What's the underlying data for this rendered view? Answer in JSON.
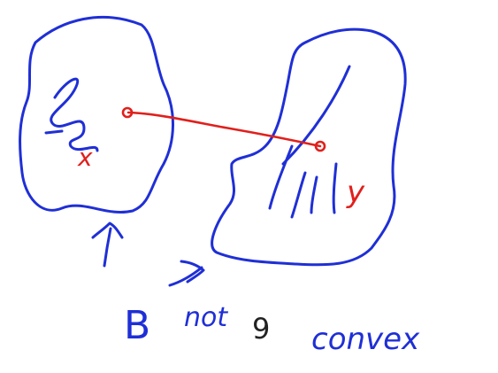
{
  "annotations": {
    "point_x": "x",
    "point_y": "y",
    "set_label": "B",
    "word_not": "not",
    "word_convex": "convex"
  },
  "page_number": "9",
  "colors": {
    "ink_blue": "#1f2fd6",
    "ink_red": "#e0201c",
    "text": "#222222"
  }
}
